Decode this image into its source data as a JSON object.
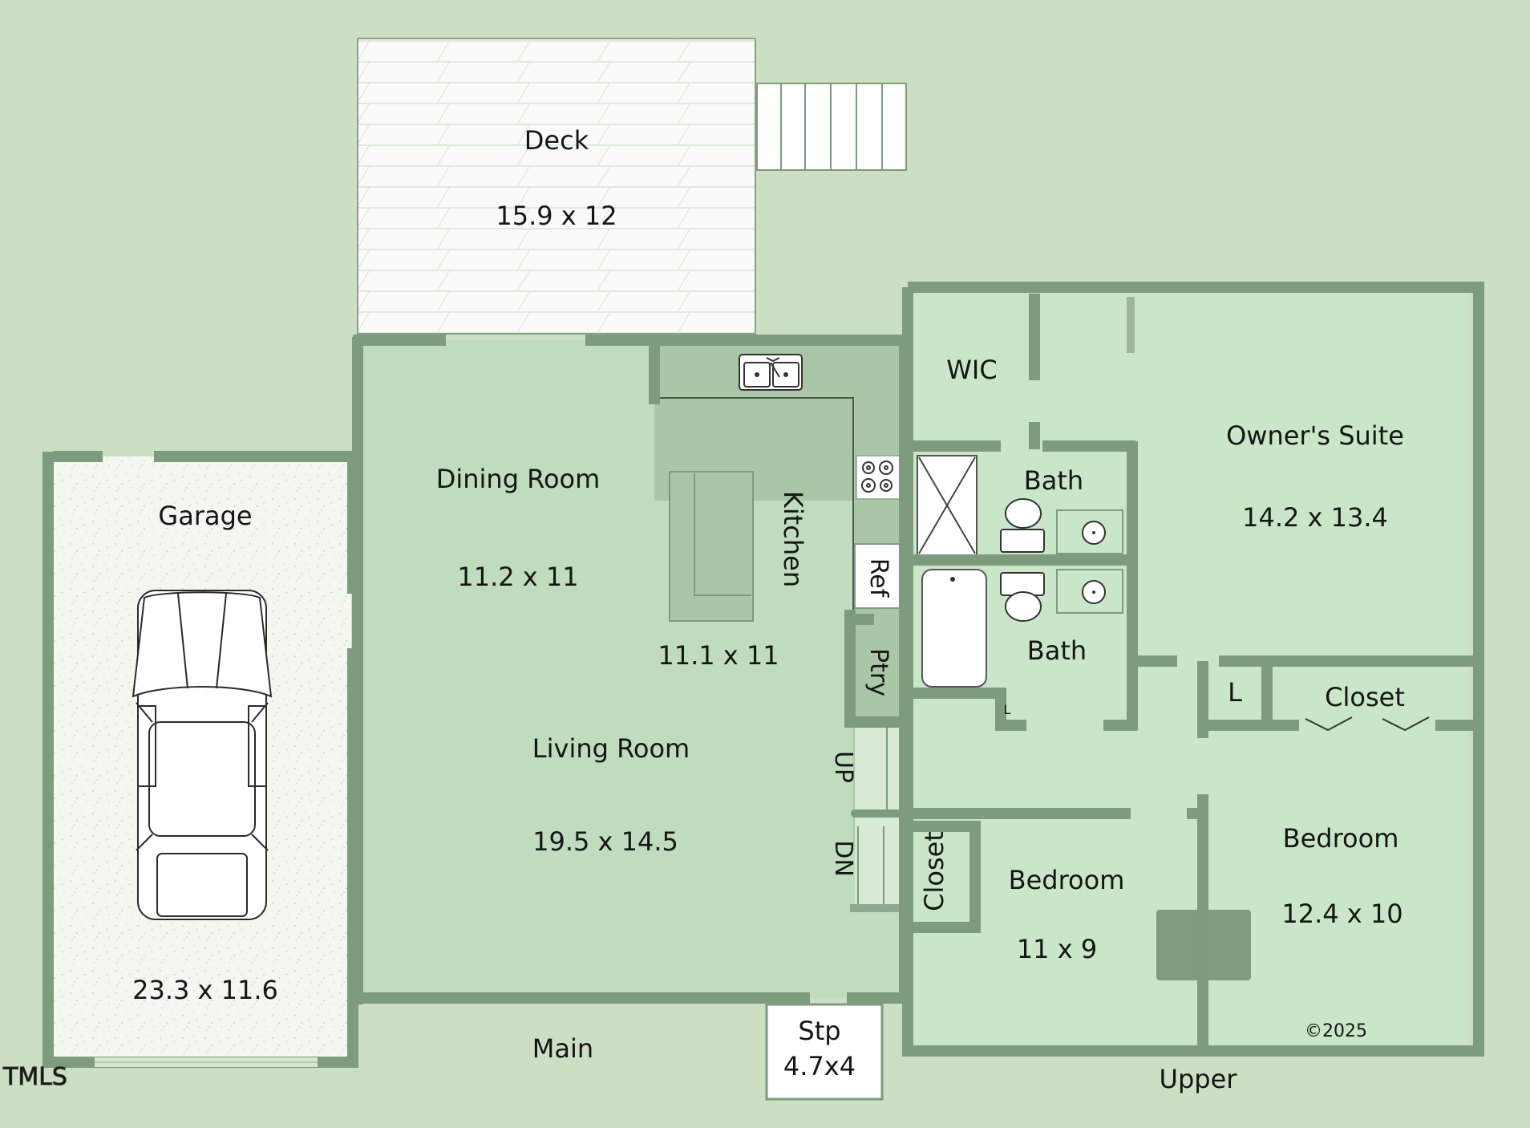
{
  "colors": {
    "background": "#cddfc3",
    "floor_main": "#c0dcbe",
    "floor_upper": "#cae6c8",
    "wall": "#7c9c7d",
    "kitchen_counter": "#a9c6a6",
    "garage_floor": "#f4f6f0",
    "deck_floor": "#fafbf8",
    "stair_fill": "#d8e9d4",
    "fixture_white": "#ffffff",
    "chimney": "#7f9c80",
    "text": "#151515"
  },
  "rooms": {
    "deck": {
      "name": "Deck",
      "size": "15.9 x 12"
    },
    "garage": {
      "name": "Garage",
      "size": "23.3 x 11.6"
    },
    "dining_room": {
      "name": "Dining Room",
      "size": "11.2 x 11"
    },
    "kitchen": {
      "name": "Kitchen",
      "size": "11.1 x 11"
    },
    "living_room": {
      "name": "Living Room",
      "size": "19.5 x 14.5"
    },
    "refrigerator": {
      "name": "Ref"
    },
    "pantry": {
      "name": "Ptry"
    },
    "stoop": {
      "name": "Stp",
      "size": "4.7x4"
    },
    "wic": {
      "name": "WIC"
    },
    "bath_upper": {
      "name": "Bath"
    },
    "bath_lower": {
      "name": "Bath"
    },
    "owners_suite": {
      "name": "Owner's Suite",
      "size": "14.2 x 13.4"
    },
    "linen": {
      "name": "L"
    },
    "closet_right": {
      "name": "Closet"
    },
    "closet_left": {
      "name": "Closet"
    },
    "bedroom_left": {
      "name": "Bedroom",
      "size": "11 x 9"
    },
    "bedroom_right": {
      "name": "Bedroom",
      "size": "12.4 x 10"
    }
  },
  "stairs": {
    "up_label": "UP",
    "down_label": "DN",
    "small_l": "L"
  },
  "floors": {
    "main": "Main",
    "upper": "Upper"
  },
  "copyright": "©2025",
  "watermark": "TMLS",
  "icons": [
    "car-icon",
    "double-sink-icon",
    "stove-icon",
    "toilet-icon",
    "sink-icon",
    "bathtub-icon",
    "shower-icon"
  ]
}
